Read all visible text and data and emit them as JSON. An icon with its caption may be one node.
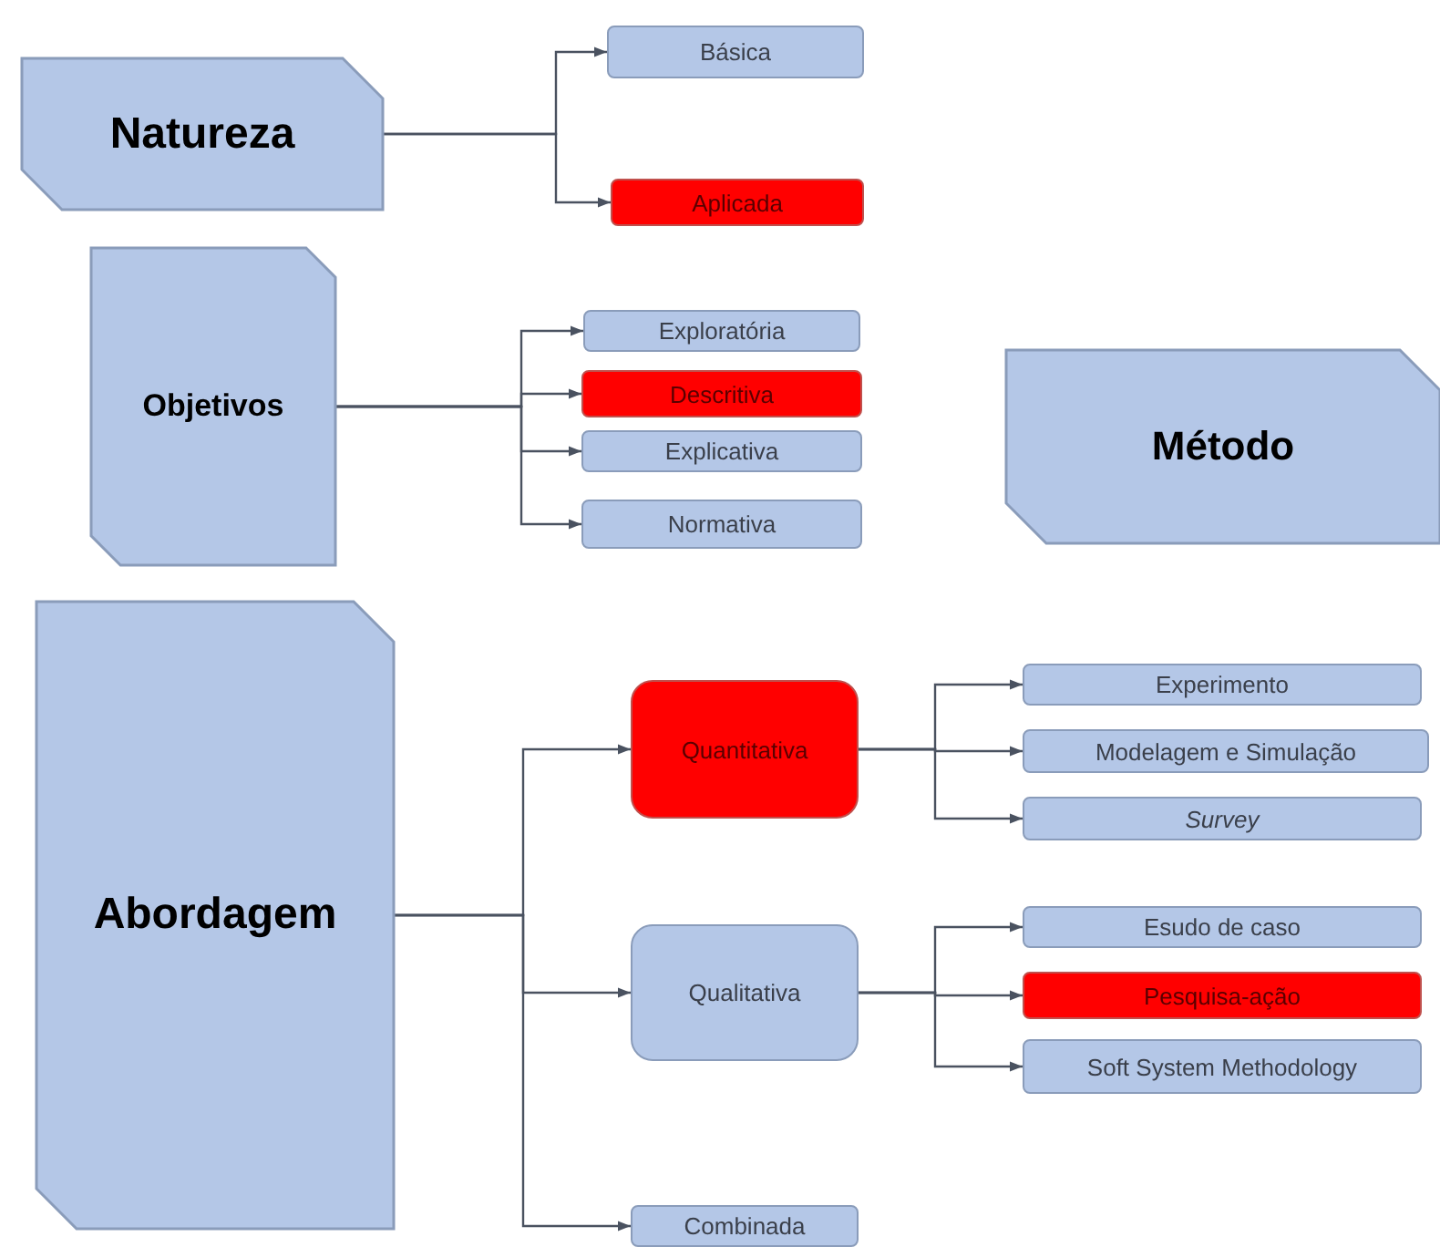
{
  "diagram": {
    "nodes": [
      {
        "text": [
          "Natureza"
        ]
      },
      {
        "text": [
          "Básica"
        ]
      },
      {
        "text": [
          "Aplicada"
        ]
      },
      {
        "text": [
          "Objetivos"
        ]
      },
      {
        "text": [
          "Exploratória"
        ]
      },
      {
        "text": [
          "Descritiva"
        ]
      },
      {
        "text": [
          "Explicativa"
        ]
      },
      {
        "text": [
          "Normativa"
        ]
      },
      {
        "text": [
          "Método"
        ]
      },
      {
        "text": [
          "Abordagem"
        ]
      },
      {
        "text": [
          "Quantitativa"
        ]
      },
      {
        "text": [
          "Qualitativa"
        ]
      },
      {
        "text": [
          "Combinada"
        ]
      },
      {
        "text": [
          "Experimento"
        ]
      },
      {
        "text": [
          "Modelagem e Simulação"
        ]
      },
      {
        "text": [
          "Survey"
        ]
      },
      {
        "text": [
          "Esudo de caso"
        ]
      },
      {
        "text": [
          "Pesquisa-ação"
        ]
      },
      {
        "text": [
          "Soft System Methodology"
        ]
      }
    ],
    "edges": [
      {
        "from": 0,
        "to": 1,
        "arrow": "to"
      },
      {
        "from": 0,
        "to": 2,
        "arrow": "to"
      },
      {
        "from": 3,
        "to": 4,
        "arrow": "to"
      },
      {
        "from": 3,
        "to": 5,
        "arrow": "to"
      },
      {
        "from": 3,
        "to": 6,
        "arrow": "to"
      },
      {
        "from": 3,
        "to": 7,
        "arrow": "to"
      },
      {
        "from": 9,
        "to": 10,
        "arrow": "to"
      },
      {
        "from": 9,
        "to": 11,
        "arrow": "to"
      },
      {
        "from": 9,
        "to": 12,
        "arrow": "to"
      },
      {
        "from": 10,
        "to": 13,
        "arrow": "to"
      },
      {
        "from": 10,
        "to": 14,
        "arrow": "to"
      },
      {
        "from": 10,
        "to": 15,
        "arrow": "to"
      },
      {
        "from": 11,
        "to": 16,
        "arrow": "to"
      },
      {
        "from": 11,
        "to": 17,
        "arrow": "to"
      },
      {
        "from": 11,
        "to": 18,
        "arrow": "to"
      }
    ]
  }
}
